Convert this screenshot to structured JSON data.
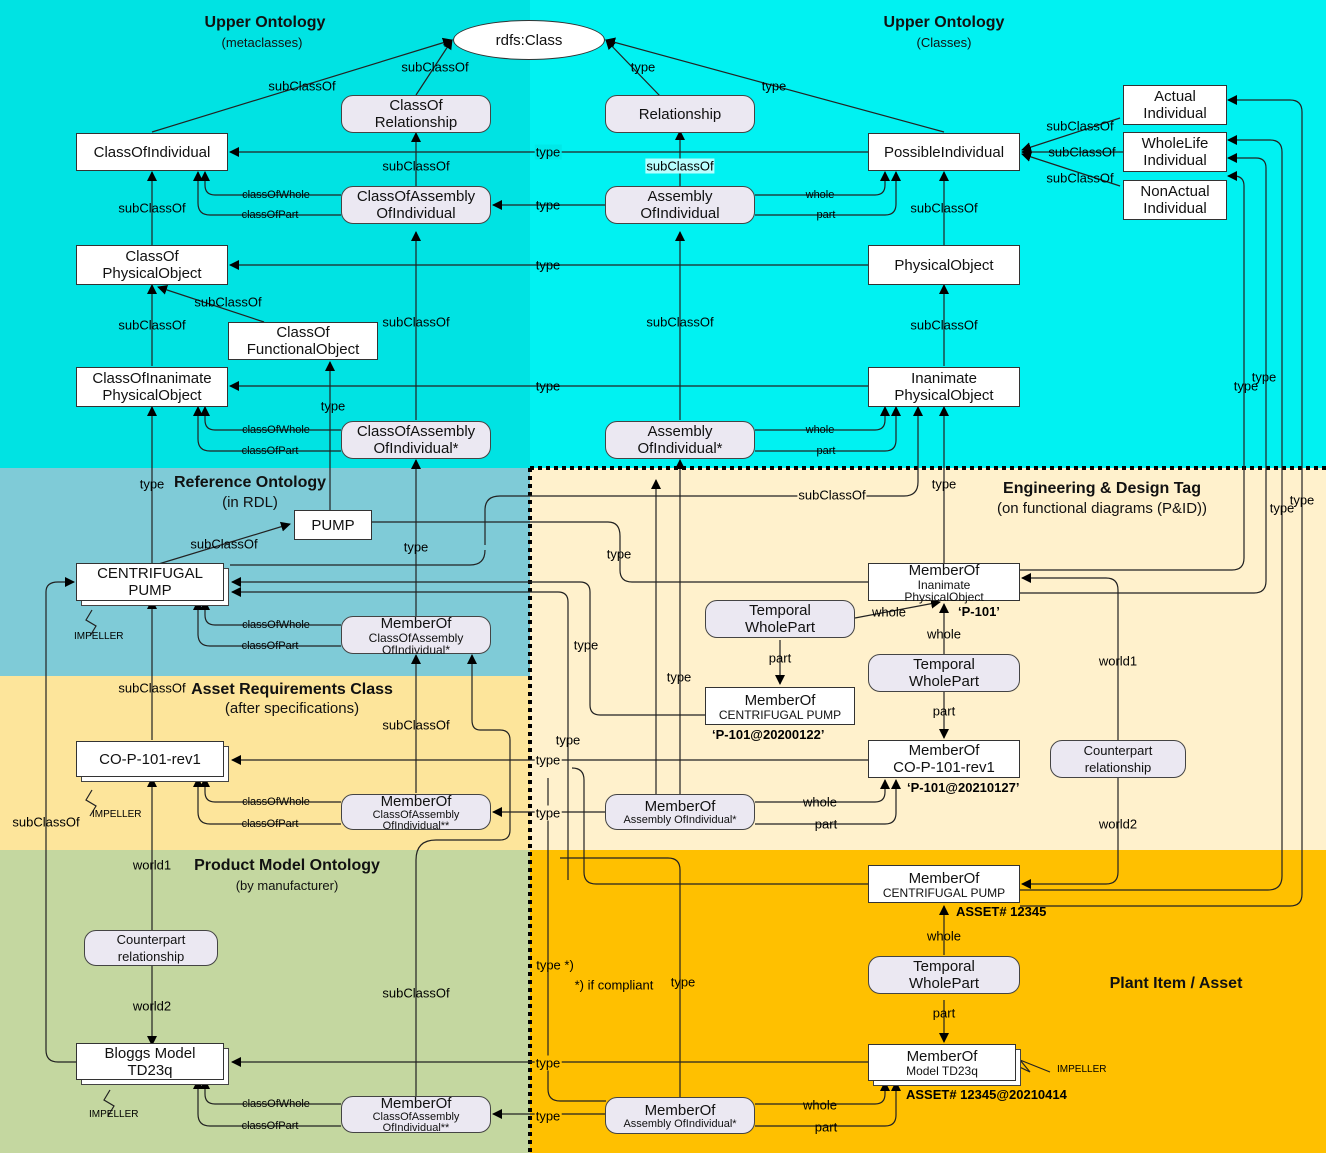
{
  "colors": {
    "upper_metaclasses": "#00e0e0",
    "upper_classes": "#00f0f0",
    "reference": "#7fcad6",
    "asset_requirements": "#fde49a",
    "engineering_tag": "#fff1cc",
    "product_model": "#c4d7a0",
    "plant_item": "#ffc000",
    "node_fill": "#ffffff",
    "relation_fill": "#ebe8f2"
  },
  "sections": {
    "upper_meta": {
      "title": "Upper Ontology",
      "subtitle": "(metaclasses)"
    },
    "upper_classes": {
      "title": "Upper Ontology",
      "subtitle": "(Classes)"
    },
    "reference": {
      "title": "Reference Ontology",
      "subtitle": "(in RDL)"
    },
    "engineering": {
      "title": "Engineering & Design Tag",
      "subtitle": "(on functional diagrams (P&ID))"
    },
    "asset_req": {
      "title": "Asset Requirements Class",
      "subtitle": "(after specifications)"
    },
    "product_model": {
      "title": "Product Model Ontology",
      "subtitle": "(by manufacturer)"
    },
    "plant_item": {
      "title": "Plant Item / Asset"
    }
  },
  "nodes": {
    "rdfs_class": "rdfs:Class",
    "class_of_relationship": [
      "ClassOf",
      "Relationship"
    ],
    "relationship": "Relationship",
    "class_of_individual": "ClassOfIndividual",
    "possible_individual": "PossibleIndividual",
    "actual_individual": [
      "Actual",
      "Individual"
    ],
    "wholelife_individual": [
      "WholeLife",
      "Individual"
    ],
    "nonactual_individual": [
      "NonActual",
      "Individual"
    ],
    "class_of_assembly_of_individual": [
      "ClassOfAssembly",
      "OfIndividual"
    ],
    "assembly_of_individual": [
      "Assembly",
      "OfIndividual"
    ],
    "class_of_physical_object": [
      "ClassOf",
      "PhysicalObject"
    ],
    "physical_object": "PhysicalObject",
    "class_of_functional_object": [
      "ClassOf",
      "FunctionalObject"
    ],
    "class_of_inanimate_physical_object": [
      "ClassOfInanimate",
      "PhysicalObject"
    ],
    "inanimate_physical_object": [
      "Inanimate",
      "PhysicalObject"
    ],
    "class_of_assembly_of_individual_star": [
      "ClassOfAssembly",
      "OfIndividual*"
    ],
    "assembly_of_individual_star": [
      "Assembly",
      "OfIndividual*"
    ],
    "pump": "PUMP",
    "centrifugal_pump": [
      "CENTRIFUGAL",
      "PUMP"
    ],
    "member_of_coaoi_star": [
      "MemberOf",
      "ClassOfAssembly",
      "OfIndividual*"
    ],
    "member_of_inanimate": [
      "MemberOf",
      "Inanimate",
      "PhysicalObject"
    ],
    "temporal_wholepart_1": [
      "Temporal",
      "WholePart"
    ],
    "temporal_wholepart_2": [
      "Temporal",
      "WholePart"
    ],
    "member_of_centrifugal_pump_tag": [
      "MemberOf",
      "CENTRIFUGAL PUMP"
    ],
    "co_p_101_rev1": "CO-P-101-rev1",
    "member_of_co_p_101_rev1": [
      "MemberOf",
      "CO-P-101-rev1"
    ],
    "member_of_coaoi_2star_req": [
      "MemberOf",
      "ClassOfAssembly",
      "OfIndividual**"
    ],
    "member_of_aoi_star_eng": [
      "MemberOf",
      "Assembly OfIndividual*"
    ],
    "counterpart_relationship_eng": [
      "Counterpart",
      "relationship"
    ],
    "counterpart_relationship_model": [
      "Counterpart",
      "relationship"
    ],
    "bloggs_model": [
      "Bloggs Model",
      "TD23q"
    ],
    "member_of_coaoi_2star_model": [
      "MemberOf",
      "ClassOfAssembly",
      "OfIndividual**"
    ],
    "member_of_centrifugal_pump_asset": [
      "MemberOf",
      "CENTRIFUGAL PUMP"
    ],
    "temporal_wholepart_3": [
      "Temporal",
      "WholePart"
    ],
    "member_of_model_td23q": [
      "MemberOf",
      "Model TD23q"
    ],
    "member_of_aoi_star_asset": [
      "MemberOf",
      "Assembly OfIndividual*"
    ]
  },
  "tags": {
    "p101": "‘P-101’",
    "p101_20200122": "‘P-101@20200122’",
    "p101_20210127": "‘P-101@20210127’",
    "asset_12345": "ASSET# 12345",
    "asset_12345_20210414": "ASSET# 12345@20210414",
    "impeller": "IMPELLER"
  },
  "edge_labels": {
    "subclassof": "subClassOf",
    "type": "type",
    "whole": "whole",
    "part": "part",
    "class_of_whole": "classOfWhole",
    "class_of_part": "classOfPart",
    "world1": "world1",
    "world2": "world2",
    "type_if_compliant": "type *)",
    "footnote_if_compliant": "*) if compliant"
  }
}
